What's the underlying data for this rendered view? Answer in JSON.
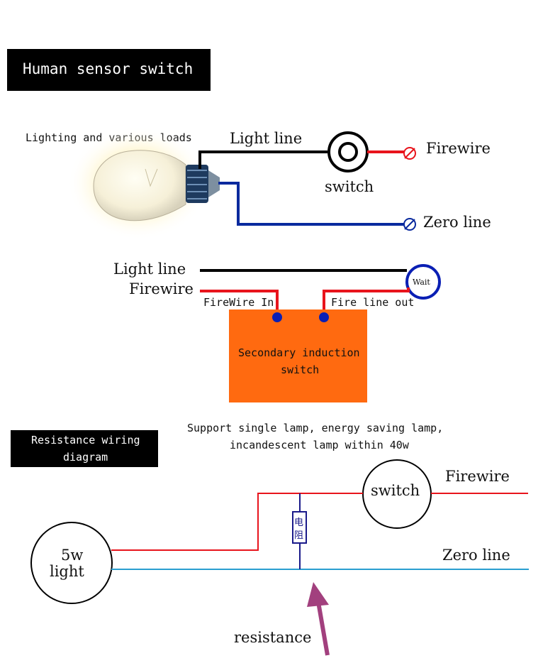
{
  "section1": {
    "title": "Human sensor switch",
    "loads_label": "Lighting and various loads",
    "light_line_label": "Light line",
    "switch_label": "switch",
    "firewire_label": "Firewire",
    "zero_line_label": "Zero line"
  },
  "section2": {
    "light_line_label": "Light line",
    "firewire_label": "Firewire",
    "firewire_in_label": "FireWire In",
    "fire_line_out_label": "Fire line out",
    "wait_label": "Wait",
    "module_line1": "Secondary induction",
    "module_line2": "switch"
  },
  "section3": {
    "title_line1": "Resistance wiring",
    "title_line2": "diagram",
    "note_line1": "Support single lamp, energy saving lamp,",
    "note_line2": "incandescent lamp within 40w",
    "switch_label": "switch",
    "firewire_label": "Firewire",
    "zero_line_label": "Zero line",
    "light_line1": "5w",
    "light_line2": "light",
    "resistor_glyph_1": "电",
    "resistor_glyph_2": "阻",
    "resistance_label": "resistance"
  },
  "colors": {
    "hot_wire": "#e8141c",
    "neutral_wire_top": "#0a2a9e",
    "neutral_wire_bottom": "#2a9fd0",
    "module_fill": "#ff6a10",
    "terminal_blue": "#0a1fb4",
    "arrow": "#a2407e",
    "label_box": "#000000"
  }
}
